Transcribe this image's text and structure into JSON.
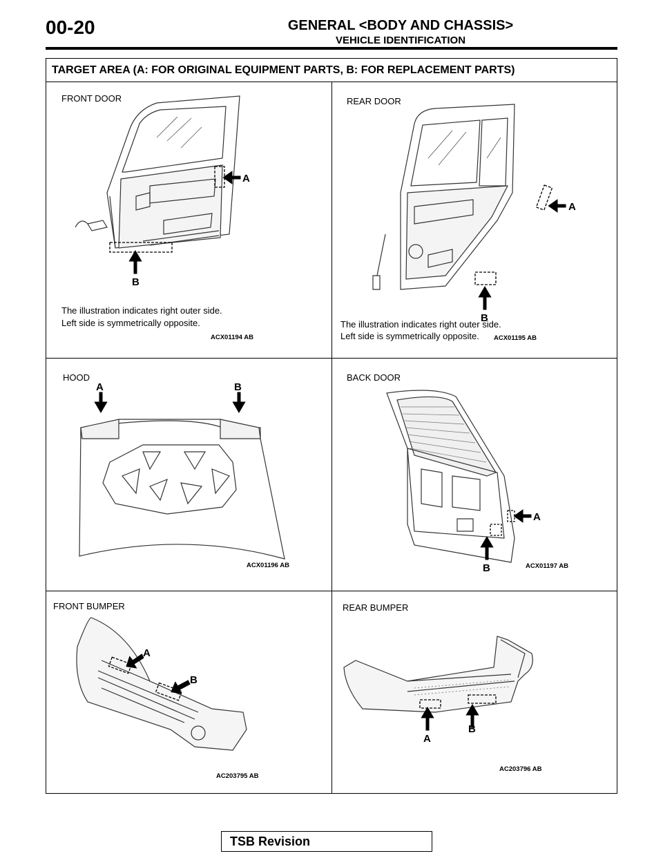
{
  "header": {
    "page_number": "00-20",
    "title": "GENERAL <BODY AND CHASSIS>",
    "subtitle": "VEHICLE IDENTIFICATION"
  },
  "table": {
    "heading": "TARGET AREA (A: FOR ORIGINAL EQUIPMENT PARTS, B: FOR REPLACEMENT PARTS)",
    "cells": [
      {
        "label": "FRONT DOOR",
        "note_line1": "The illustration indicates right outer side.",
        "note_line2": "Left side is symmetrically opposite.",
        "code": "ACX01194 AB",
        "marker_a": "A",
        "marker_b": "B"
      },
      {
        "label": "REAR DOOR",
        "note_line1": "The illustration indicates right outer side.",
        "note_line2": "Left side is symmetrically opposite.",
        "code": "ACX01195 AB",
        "marker_a": "A",
        "marker_b": "B"
      },
      {
        "label": "HOOD",
        "code": "ACX01196 AB",
        "marker_a": "A",
        "marker_b": "B"
      },
      {
        "label": "BACK DOOR",
        "code": "ACX01197 AB",
        "marker_a": "A",
        "marker_b": "B"
      },
      {
        "label": "FRONT BUMPER",
        "code": "AC203795 AB",
        "marker_a": "A",
        "marker_b": "B"
      },
      {
        "label": "REAR BUMPER",
        "code": "AC203796 AB",
        "marker_a": "A",
        "marker_b": "B"
      }
    ]
  },
  "footer": {
    "label": "TSB Revision"
  }
}
